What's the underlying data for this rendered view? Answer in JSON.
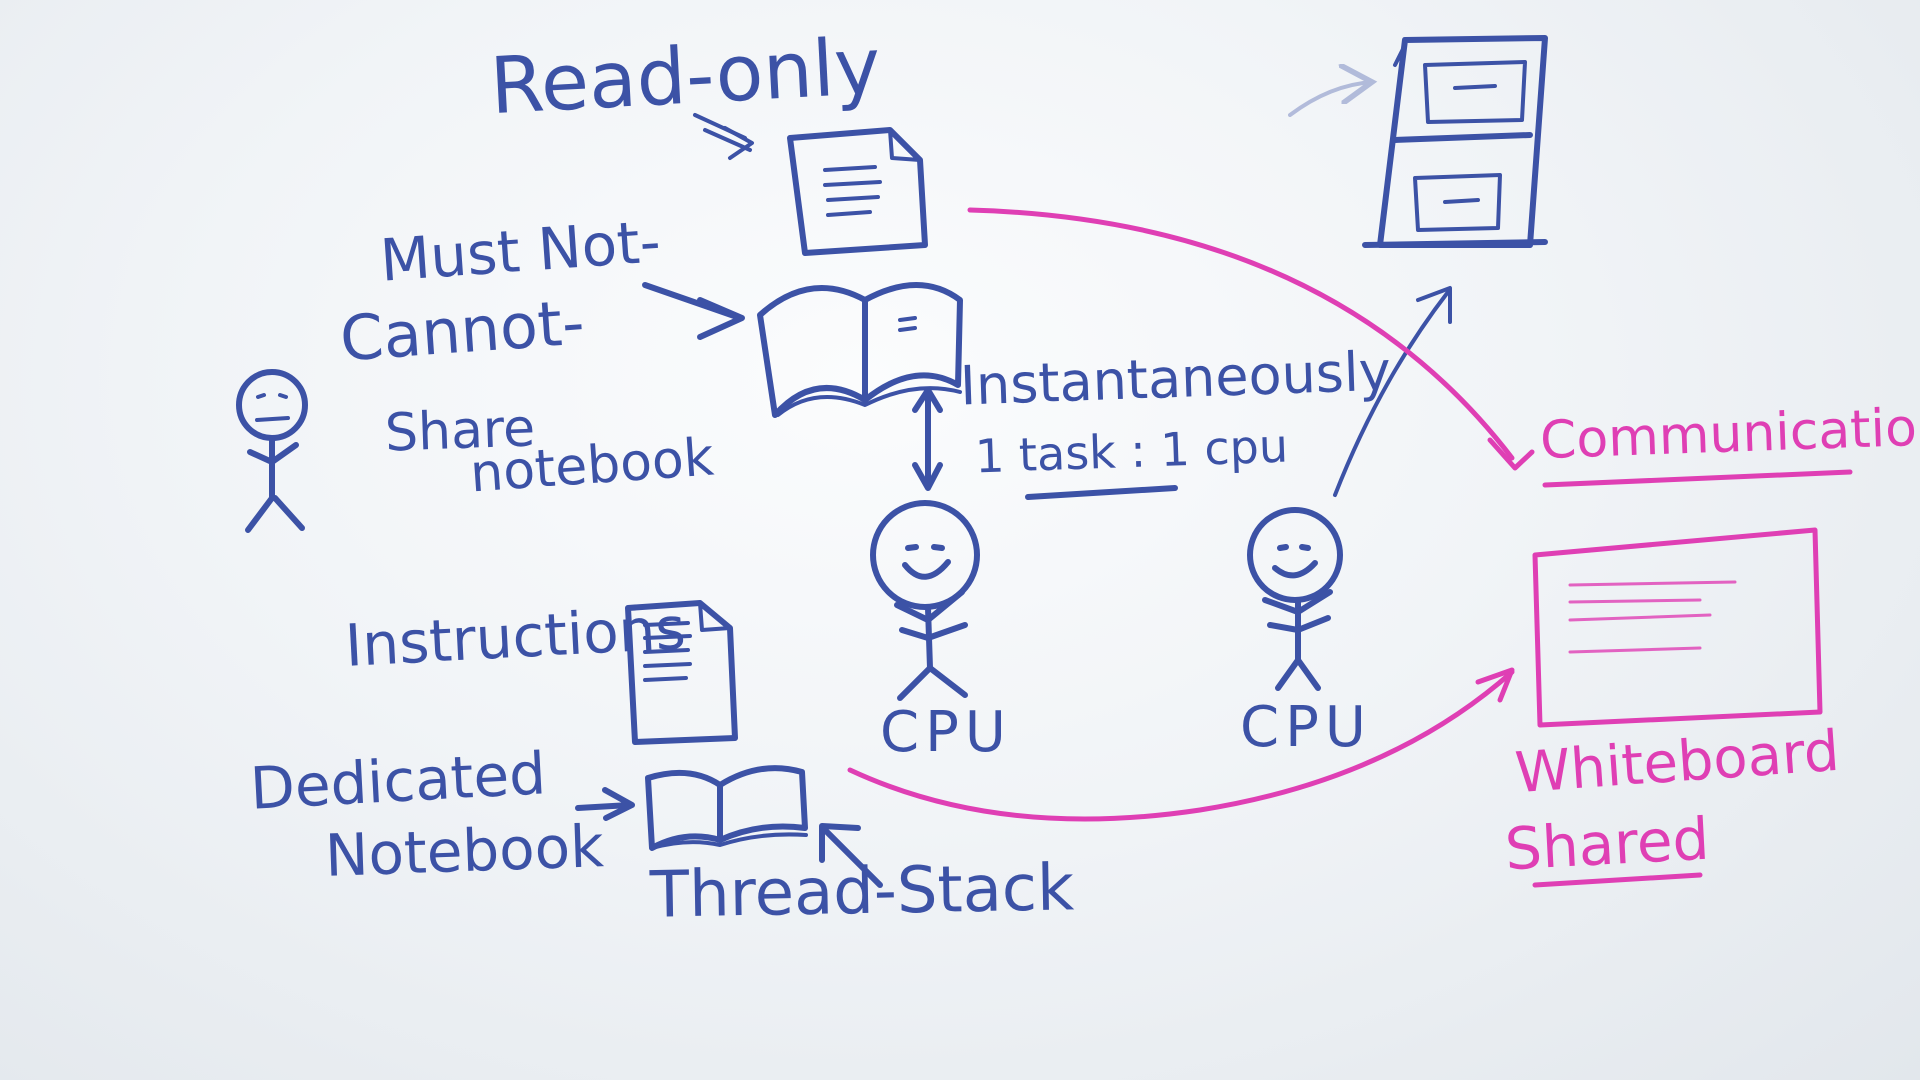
{
  "colors": {
    "ink_blue": "#3c52a6",
    "ink_pink": "#df3fb4",
    "board": "#f4f6f9"
  },
  "labels": {
    "read_only": "Read-only",
    "must_not": "Must Not-",
    "cannot": "Cannot-",
    "share_notebook_1": "Share",
    "share_notebook_2": "notebook",
    "instantaneously": "Instantaneously",
    "task_cpu": "1 task : 1 cpu",
    "instructions": "Instructions",
    "dedicated_notebook_1": "Dedicated",
    "dedicated_notebook_2": "Notebook",
    "thread_stack": "Thread-Stack",
    "cpu_1": "CPU",
    "cpu_2": "CPU",
    "communication": "Communication",
    "whiteboard": "Whiteboard",
    "shared": "Shared"
  },
  "icons": [
    "read-only-document-icon",
    "open-notebook-icon",
    "filing-cabinet-icon",
    "stick-figure-person-icon",
    "cpu-stick-figure-icon",
    "instructions-document-icon",
    "dedicated-notebook-icon",
    "whiteboard-icon"
  ]
}
